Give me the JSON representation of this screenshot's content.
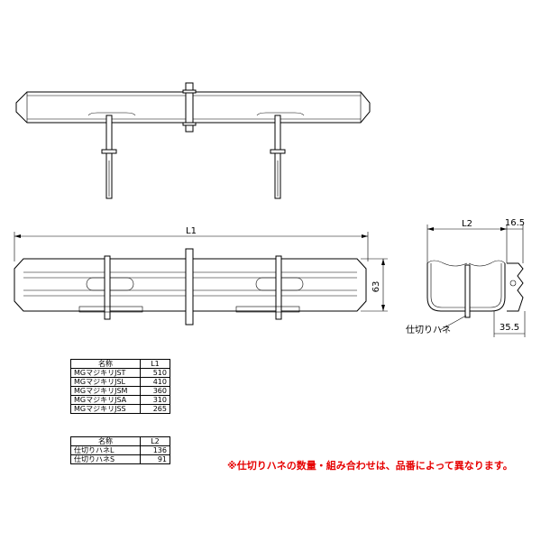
{
  "dimensions": {
    "l1": "L1",
    "l2": "L2",
    "height": "63",
    "right_width": "16.5",
    "bottom_width": "35.5",
    "divider_label": "仕切りハネ"
  },
  "table_l1": {
    "header": [
      "名称",
      "L1"
    ],
    "rows": [
      [
        "MGマジキリJST",
        "510"
      ],
      [
        "MGマジキリJSL",
        "410"
      ],
      [
        "MGマジキリJSM",
        "360"
      ],
      [
        "MGマジキリJSA",
        "310"
      ],
      [
        "MGマジキリJSS",
        "265"
      ]
    ]
  },
  "table_l2": {
    "header": [
      "名称",
      "L2"
    ],
    "rows": [
      [
        "仕切りハネL",
        "136"
      ],
      [
        "仕切りハネS",
        "91"
      ]
    ]
  },
  "note": "※仕切りハネの数量・組み合わせは、品番によって異なります。"
}
